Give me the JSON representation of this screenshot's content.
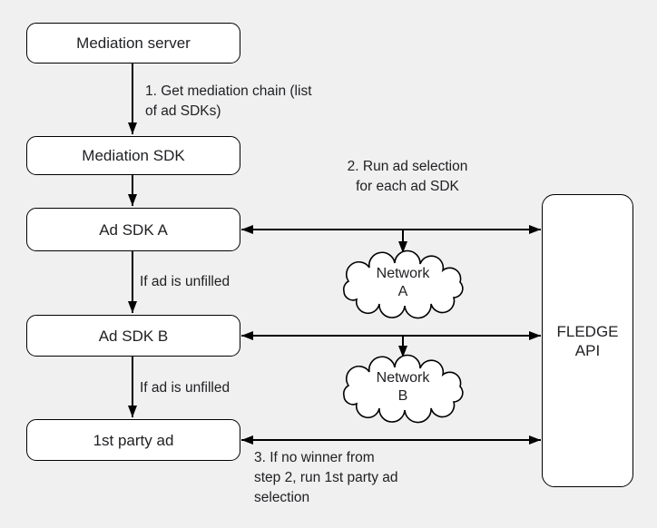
{
  "canvas": {
    "background_color": "#f0f0f0",
    "box_fill_color": "#ffffff",
    "line_color": "#000000",
    "text_color": "#202124"
  },
  "boxes": {
    "mediation_server": {
      "label": "Mediation server"
    },
    "mediation_sdk": {
      "label": "Mediation SDK"
    },
    "ad_sdk_a": {
      "label": "Ad SDK A"
    },
    "ad_sdk_b": {
      "label": "Ad SDK B"
    },
    "first_party_ad": {
      "label": "1st party ad"
    },
    "fledge_api": {
      "line1": "FLEDGE",
      "line2": "API"
    }
  },
  "clouds": {
    "network_a": {
      "line1": "Network",
      "line2": "A"
    },
    "network_b": {
      "line1": "Network",
      "line2": "B"
    }
  },
  "annotations": {
    "step1": {
      "line1": "1. Get mediation chain (list",
      "line2": "of ad SDKs)"
    },
    "step2": {
      "line1": "2. Run ad selection",
      "line2": "for each ad SDK"
    },
    "step3": {
      "line1": "3. If no winner from",
      "line2": "step 2, run 1st party ad",
      "line3": "selection"
    },
    "unfilled_a_to_b": "If ad is unfilled",
    "unfilled_b_to_first_party": "If ad is unfilled"
  }
}
